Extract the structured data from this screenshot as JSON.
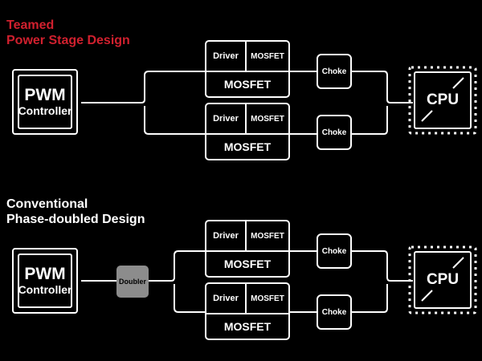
{
  "teamed": {
    "title_line1": "Teamed",
    "title_line2": "Power Stage Design",
    "pwm": {
      "line1": "PWM",
      "line2": "Controller"
    },
    "stages": [
      {
        "driver": "Driver",
        "mosfet_small": "MOSFET",
        "mosfet_big": "MOSFET",
        "choke": "Choke"
      },
      {
        "driver": "Driver",
        "mosfet_small": "MOSFET",
        "mosfet_big": "MOSFET",
        "choke": "Choke"
      }
    ],
    "cpu": "CPU"
  },
  "conventional": {
    "title_line1": "Conventional",
    "title_line2": "Phase-doubled Design",
    "pwm": {
      "line1": "PWM",
      "line2": "Controller"
    },
    "doubler": "Doubler",
    "stages": [
      {
        "driver": "Driver",
        "mosfet_small": "MOSFET",
        "mosfet_big": "MOSFET",
        "choke": "Choke"
      },
      {
        "driver": "Driver",
        "mosfet_small": "MOSFET",
        "mosfet_big": "MOSFET",
        "choke": "Choke"
      }
    ],
    "cpu": "CPU"
  },
  "colors": {
    "accent_red": "#d0202e",
    "doubler_gray": "#8c8c8c",
    "background": "#000000",
    "line": "#ffffff"
  }
}
